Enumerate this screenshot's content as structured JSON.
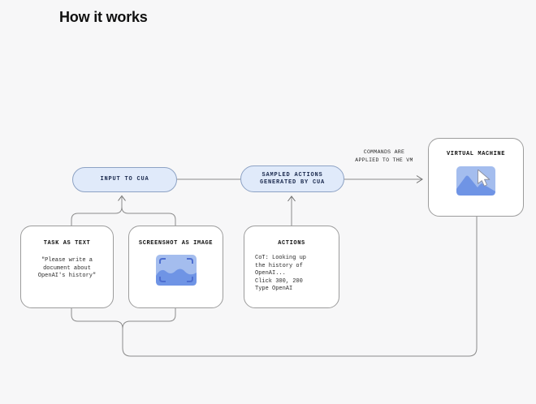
{
  "page": {
    "title": "How it works",
    "background_color": "#f7f7f8"
  },
  "diagram": {
    "pills": [
      {
        "id": "input-to-cua",
        "label": "INPUT TO CUA"
      },
      {
        "id": "sampled-actions-generated-by-cua",
        "label": "SAMPLED ACTIONS\nGENERATED BY CUA"
      }
    ],
    "edge_label": "COMMANDS ARE\nAPPLIED TO THE VM",
    "boxes": {
      "task": {
        "title": "TASK AS TEXT",
        "body": "\"Please write a\ndocument about\nOpenAI's history\""
      },
      "screenshot": {
        "title": "SCREENSHOT AS IMAGE",
        "icon": "image-thumbnail-with-viewfinder-icon"
      },
      "actions": {
        "title": "ACTIONS",
        "body": "CoT: Looking up\nthe history of\nOpenAI...\nClick 300, 200\nType OpenAI"
      },
      "vm": {
        "title": "VIRTUAL MACHINE",
        "icon": "screen-thumbnail-with-cursor-icon"
      }
    },
    "colors": {
      "pill_fill": "#e0eafa",
      "pill_border": "#8da2c4",
      "pill_text": "#1c2b4f",
      "node_border": "#9c9c9c",
      "connector": "#8b8b8b",
      "thumb_sky": "#a4bdee",
      "thumb_shape": "#6f94e5",
      "thumb_bracket": "#4e6ed0",
      "cursor_fill": "#ffffff"
    }
  }
}
